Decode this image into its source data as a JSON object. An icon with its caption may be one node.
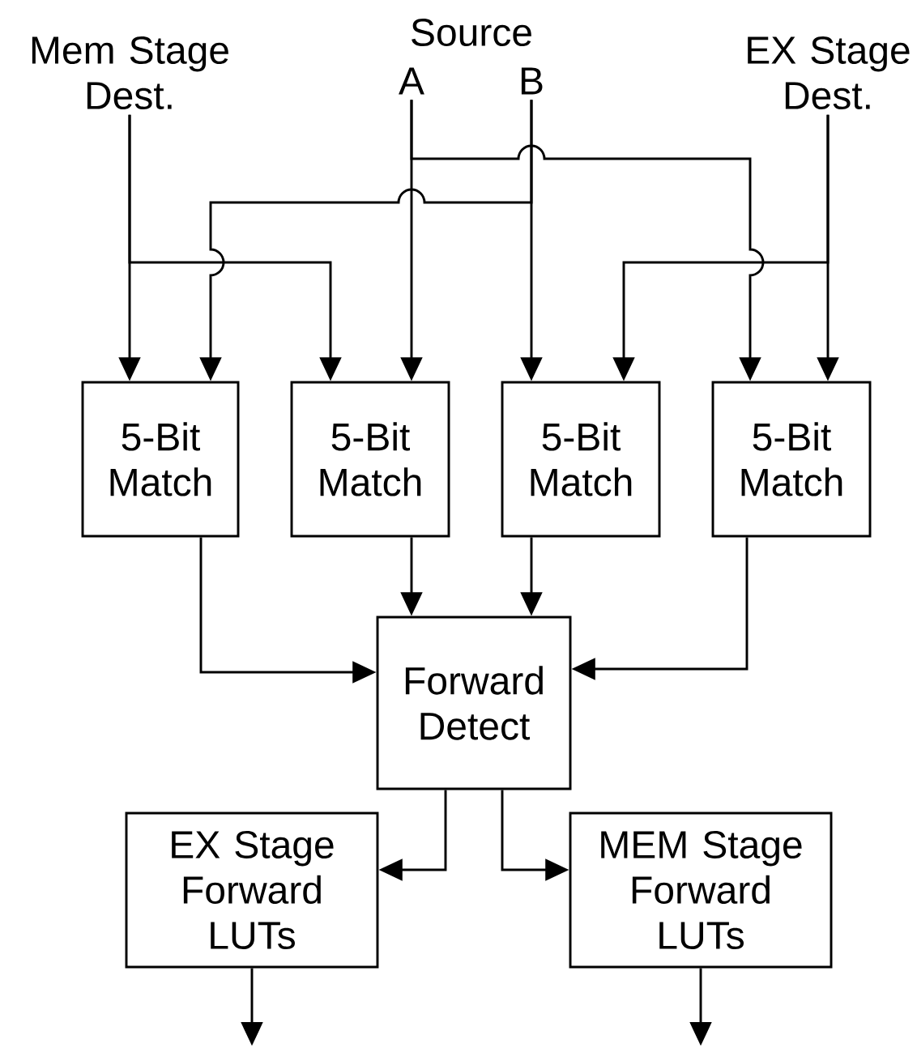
{
  "diagram": {
    "nodes": [
      {
        "text": [
          "Mem Stage Dest."
        ]
      },
      {
        "text": [
          "A"
        ]
      },
      {
        "text": [
          "B"
        ]
      },
      {
        "text": [
          "EX Stage Dest."
        ]
      },
      {
        "text": [
          "5-Bit Match"
        ]
      },
      {
        "text": [
          "5-Bit Match"
        ]
      },
      {
        "text": [
          "5-Bit Match"
        ]
      },
      {
        "text": [
          "5-Bit Match"
        ]
      },
      {
        "text": [
          "Forward Detect"
        ]
      },
      {
        "text": [
          "EX Stage Forward LUTs"
        ]
      },
      {
        "text": [
          "MEM Stage Forward LUTs"
        ]
      }
    ],
    "edges": [
      {
        "from": 0,
        "to": 4,
        "arrow": "to"
      },
      {
        "from": 0,
        "to": 5,
        "arrow": "to"
      },
      {
        "from": 1,
        "to": 5,
        "arrow": "to"
      },
      {
        "from": 1,
        "to": 7,
        "arrow": "to"
      },
      {
        "from": 2,
        "to": 6,
        "arrow": "to"
      },
      {
        "from": 2,
        "to": 4,
        "arrow": "to"
      },
      {
        "from": 3,
        "to": 6,
        "arrow": "to"
      },
      {
        "from": 3,
        "to": 7,
        "arrow": "to"
      },
      {
        "from": 4,
        "to": 8,
        "arrow": "to"
      },
      {
        "from": 5,
        "to": 8,
        "arrow": "to"
      },
      {
        "from": 6,
        "to": 8,
        "arrow": "to"
      },
      {
        "from": 7,
        "to": 8,
        "arrow": "to"
      },
      {
        "from": 8,
        "to": 9,
        "arrow": "to"
      },
      {
        "from": 8,
        "to": 10,
        "arrow": "to"
      },
      {
        "from": 9,
        "to": null,
        "arrow": "to"
      },
      {
        "from": 10,
        "to": null,
        "arrow": "to"
      }
    ],
    "labels": [
      "Source"
    ]
  }
}
